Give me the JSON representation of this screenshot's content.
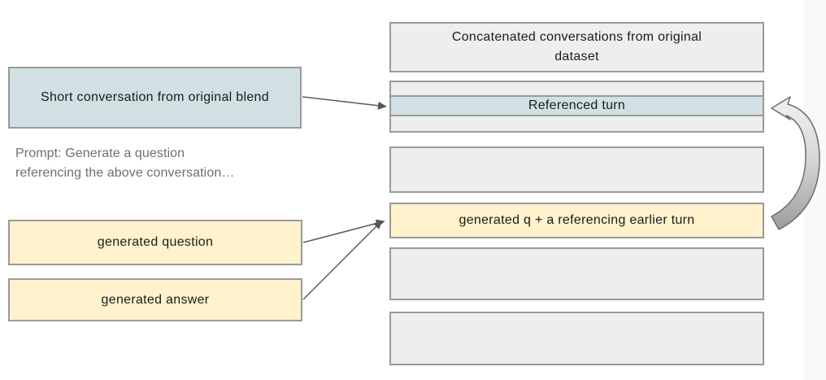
{
  "diagram": {
    "left_column": {
      "short_conversation_box": "Short conversation from original blend",
      "prompt_note_line1": "Prompt: Generate a question",
      "prompt_note_line2": "referencing the above conversation…",
      "generated_question_box": "generated question",
      "generated_answer_box": "generated answer"
    },
    "right_column": {
      "concatenated_box": "Concatenated conversations from original dataset",
      "referenced_turn_strip": "Referenced turn",
      "generated_qa_box": "generated q + a referencing earlier turn"
    },
    "colors": {
      "blue_fill": "#d0e0e3",
      "yellow_fill": "#fff2cc",
      "gray_fill": "#eeeeee",
      "box_border": "#9a9a9a",
      "arrow_stroke": "#5a5a5a",
      "note_text": "#6f6f6f",
      "gutter_bg": "#f8f9fb"
    }
  }
}
